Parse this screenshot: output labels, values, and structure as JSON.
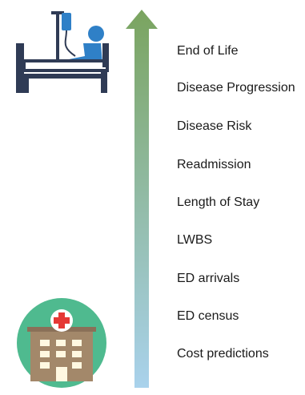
{
  "outcomes": [
    {
      "label": "End of Life"
    },
    {
      "label": "Disease Progression"
    },
    {
      "label": "Disease Risk"
    },
    {
      "label": "Readmission"
    },
    {
      "label": "Length of Stay"
    },
    {
      "label": "LWBS"
    },
    {
      "label": "ED arrivals"
    },
    {
      "label": "ED census"
    },
    {
      "label": "Cost predictions"
    }
  ],
  "colors": {
    "arrow_top": "#7aa45f",
    "arrow_bottom": "#a9d2ec",
    "bed_frame": "#2f3b55",
    "patient": "#2f80c7",
    "hospital_circle": "#4fba8f",
    "hospital_building": "#a3886a",
    "cross": "#e53935"
  }
}
